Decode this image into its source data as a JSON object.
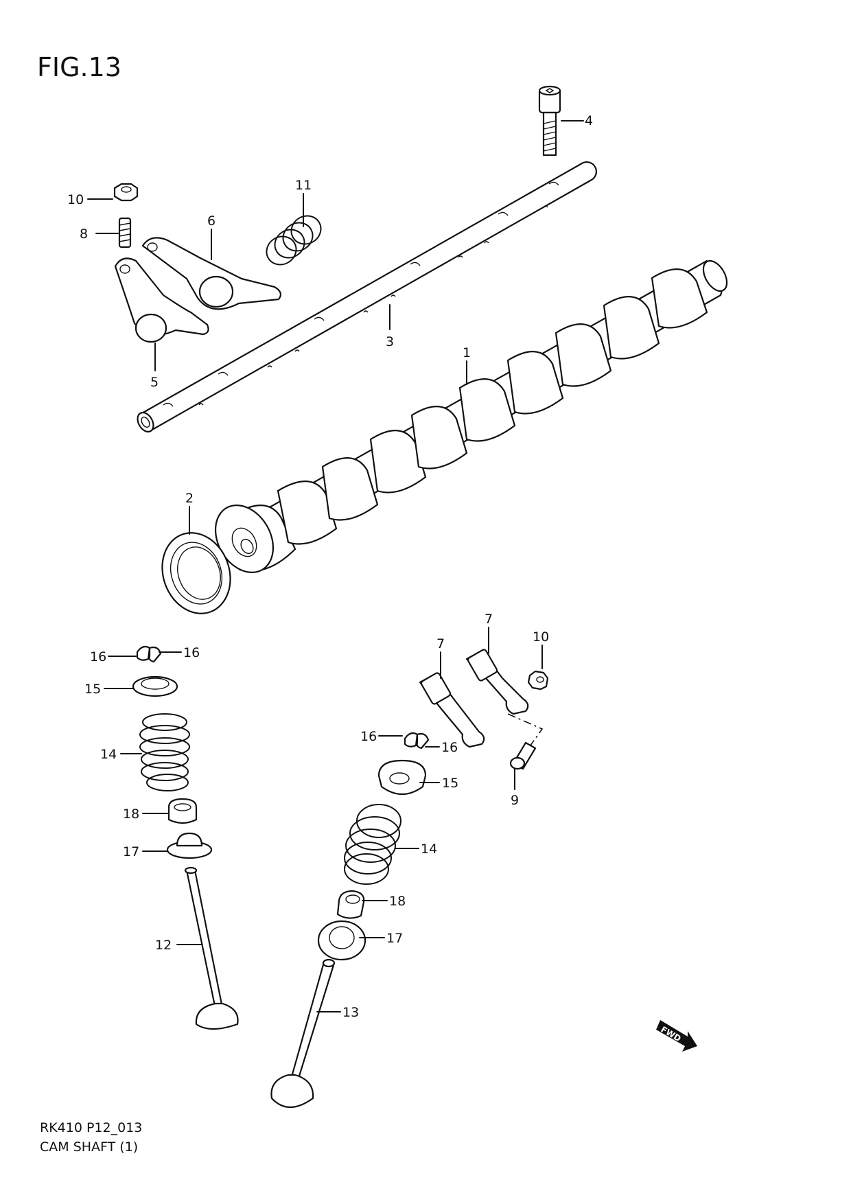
{
  "figure": {
    "title": "FIG.13",
    "code": "RK410 P12_013",
    "name": "CAM SHAFT (1)"
  },
  "parts": {
    "p1": "1",
    "p2": "2",
    "p3": "3",
    "p4": "4",
    "p5": "5",
    "p6": "6",
    "p7a": "7",
    "p7b": "7",
    "p8": "8",
    "p9": "9",
    "p10a": "10",
    "p10b": "10",
    "p11": "11",
    "p12": "12",
    "p13": "13",
    "p14a": "14",
    "p14b": "14",
    "p15a": "15",
    "p15b": "15",
    "p16a": "16",
    "p16b": "16",
    "p16c": "16",
    "p16d": "16",
    "p17a": "17",
    "p17b": "17",
    "p18a": "18",
    "p18b": "18"
  },
  "direction_badge": "FWD"
}
